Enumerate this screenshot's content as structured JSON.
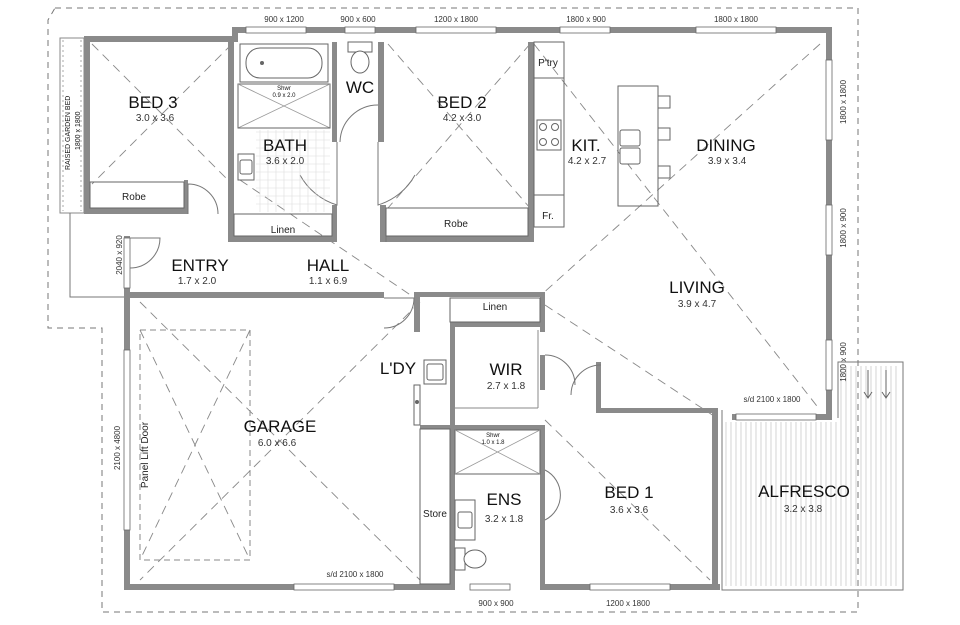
{
  "rooms": {
    "bed3": {
      "name": "BED 3",
      "dims": "3.0 x 3.6"
    },
    "bath": {
      "name": "BATH",
      "dims": "3.6 x 2.0"
    },
    "wc": {
      "name": "WC"
    },
    "bed2": {
      "name": "BED 2",
      "dims": "4.2 x 3.0"
    },
    "kit": {
      "name": "KIT.",
      "dims": "4.2 x 2.7"
    },
    "dining": {
      "name": "DINING",
      "dims": "3.9 x 3.4"
    },
    "living": {
      "name": "LIVING",
      "dims": "3.9 x 4.7"
    },
    "entry": {
      "name": "ENTRY",
      "dims": "1.7 x 2.0"
    },
    "hall": {
      "name": "HALL",
      "dims": "1.1 x 6.9"
    },
    "laundry": {
      "name": "L'DY"
    },
    "wir": {
      "name": "WIR",
      "dims": "2.7 x 1.8"
    },
    "garage": {
      "name": "GARAGE",
      "dims": "6.0 x 6.6"
    },
    "ens": {
      "name": "ENS",
      "dims": "3.2 x 1.8"
    },
    "bed1": {
      "name": "BED 1",
      "dims": "3.6 x 3.6"
    },
    "alfresco": {
      "name": "ALFRESCO",
      "dims": "3.2 x 3.8"
    }
  },
  "fixtures": {
    "robe": "Robe",
    "linen": "Linen",
    "pantry": "P'try",
    "fridge": "Fr.",
    "store": "Store",
    "shower_label": "Shwr",
    "bath_shower_dims": "0.9 x 2.0",
    "ens_shower_dims": "1.0 x 1.8",
    "panel_lift_door": "Panel Lift Door",
    "raised_garden_bed": "RAISED GARDEN BED",
    "garden_bed_dims": "1800 x 1800"
  },
  "windows": {
    "top_1": "900 x 1200",
    "top_2": "900 x 600",
    "top_3": "1200 x 1800",
    "top_4": "1800 x 900",
    "top_5": "1800 x 1800",
    "right_1": "1800 x 1800",
    "right_2": "1800 x 900",
    "right_3": "1800 x 900",
    "left_entry": "2040 x 920",
    "garage_door": "2100 x 4800",
    "sd_living": "s/d  2100 x 1800",
    "sd_garage": "s/d  2100 x 1800",
    "bottom_1": "900 x 900",
    "bottom_2": "1200 x 1800"
  }
}
